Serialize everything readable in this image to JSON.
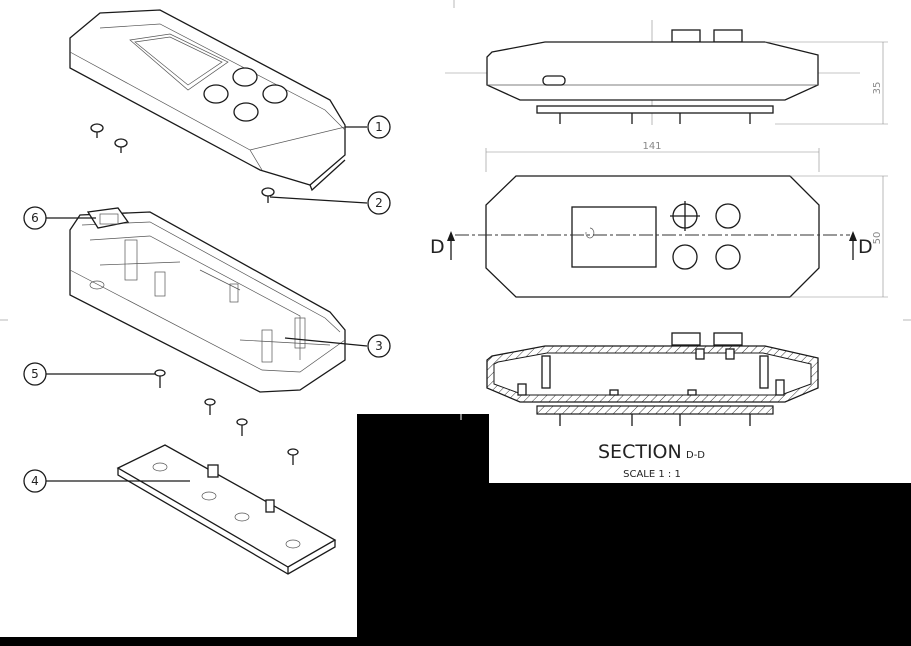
{
  "callouts": [
    "1",
    "2",
    "3",
    "4",
    "5",
    "6"
  ],
  "dimensions": {
    "height": "35",
    "length": "141",
    "width": "50"
  },
  "section_markers": {
    "left": "D",
    "right": "D"
  },
  "section_title": {
    "main": "SECTION",
    "sub": "D-D"
  },
  "scale_label": "SCALE 1 : 1",
  "colors": {
    "line": "#1a1a1a",
    "dimension": "#8c8c8c",
    "redaction": "#000000"
  }
}
